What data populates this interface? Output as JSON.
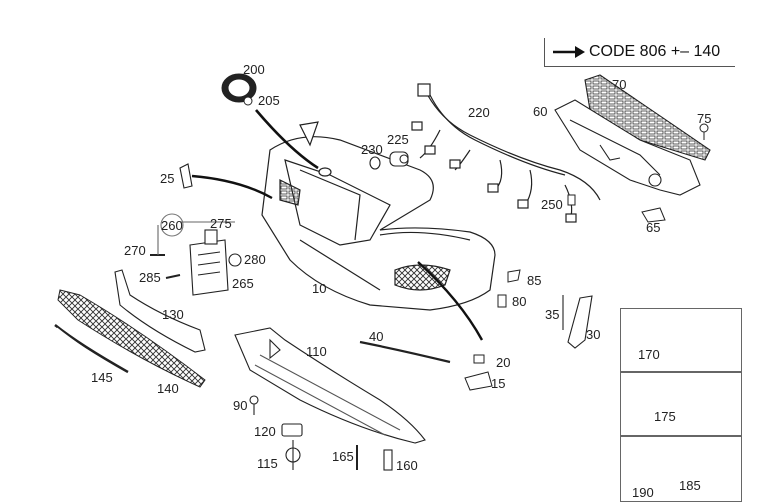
{
  "legend": {
    "text": "CODE 806 +– 140"
  },
  "labels": {
    "l200": "200",
    "l205": "205",
    "l220": "220",
    "l70": "70",
    "l60": "60",
    "l75": "75",
    "l230": "230",
    "l225": "225",
    "l25": "25",
    "l260": "260",
    "l275": "275",
    "l270": "270",
    "l280": "280",
    "l285": "285",
    "l265": "265",
    "l250": "250",
    "l65": "65",
    "l10": "10",
    "l85": "85",
    "l80": "80",
    "l130": "130",
    "l35": "35",
    "l30": "30",
    "l40": "40",
    "l110": "110",
    "l20": "20",
    "l15": "15",
    "l145": "145",
    "l140": "140",
    "l90": "90",
    "l120": "120",
    "l165": "165",
    "l115": "115",
    "l160": "160",
    "l170": "170",
    "l175": "175",
    "l190": "190",
    "l185": "185"
  },
  "colors": {
    "line": "#222222",
    "fill": "#ffffff",
    "grille": "#444444"
  }
}
